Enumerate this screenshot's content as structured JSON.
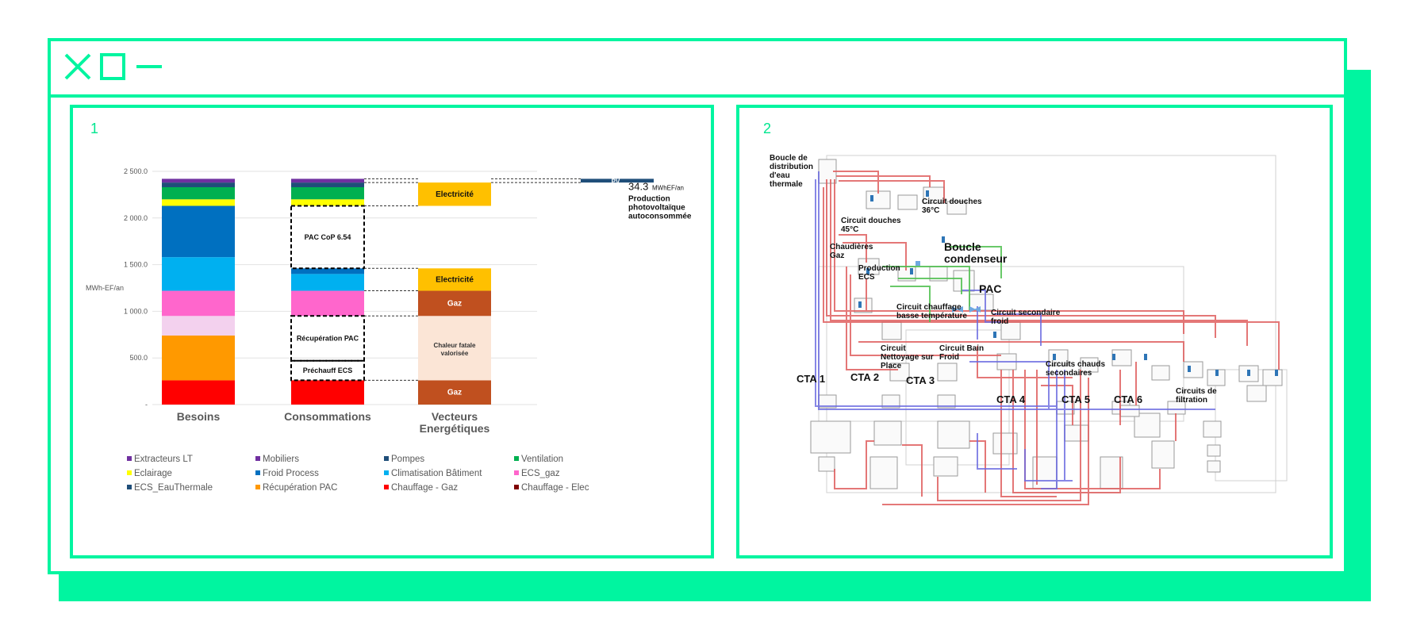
{
  "window": {
    "accent": "#00f5a0",
    "controls": [
      "close-icon",
      "maximize-icon",
      "minimize-icon"
    ]
  },
  "panels": [
    {
      "number": "1"
    },
    {
      "number": "2"
    }
  ],
  "chart_data": {
    "type": "bar",
    "ylabel": "MWh-EF/an",
    "yticks": [
      "2 500.0",
      "2 000.0",
      "1 500.0",
      "1 000.0",
      "500.0",
      "-"
    ],
    "ylim": [
      0,
      2500
    ],
    "categories": [
      "Besoins",
      "Consommations",
      "Vecteurs Energétiques"
    ],
    "stacks": {
      "Besoins": [
        {
          "name": "Chauffage - Gaz",
          "from": 0,
          "to": 260,
          "color": "#ff0000"
        },
        {
          "name": "Récupération PAC",
          "from": 260,
          "to": 740,
          "color": "#ff9900"
        },
        {
          "name": "ECS_EauThermale",
          "from": 740,
          "to": 950,
          "color": "#f3d1ee"
        },
        {
          "name": "ECS_gaz",
          "from": 950,
          "to": 1220,
          "color": "#ff66cc"
        },
        {
          "name": "Climatisation Bâtiment",
          "from": 1220,
          "to": 1580,
          "color": "#00b0f0"
        },
        {
          "name": "Froid Process",
          "from": 1580,
          "to": 2130,
          "color": "#0070c0"
        },
        {
          "name": "Eclairage",
          "from": 2130,
          "to": 2200,
          "color": "#ffff00"
        },
        {
          "name": "Ventilation",
          "from": 2200,
          "to": 2330,
          "color": "#00b050"
        },
        {
          "name": "Pompes",
          "from": 2330,
          "to": 2380,
          "color": "#1f4e79"
        },
        {
          "name": "Mobiliers",
          "from": 2380,
          "to": 2420,
          "color": "#7030a0"
        }
      ],
      "Consommations": [
        {
          "name": "Chauffage - Gaz",
          "from": 0,
          "to": 260,
          "color": "#ff0000"
        },
        {
          "name": "ECS_gaz",
          "from": 950,
          "to": 1220,
          "color": "#ff66cc"
        },
        {
          "name": "Climatisation Bâtiment",
          "from": 1220,
          "to": 1400,
          "color": "#00b0f0"
        },
        {
          "name": "Froid Process",
          "from": 1400,
          "to": 1460,
          "color": "#0070c0"
        },
        {
          "name": "Eclairage",
          "from": 2130,
          "to": 2200,
          "color": "#ffff00"
        },
        {
          "name": "Ventilation",
          "from": 2200,
          "to": 2330,
          "color": "#00b050"
        },
        {
          "name": "Pompes",
          "from": 2330,
          "to": 2380,
          "color": "#1f4e79"
        },
        {
          "name": "Mobiliers",
          "from": 2380,
          "to": 2420,
          "color": "#7030a0"
        }
      ],
      "Vecteurs Energétiques": [
        {
          "name": "Gaz",
          "from": 0,
          "to": 260,
          "color": "#c0501f"
        },
        {
          "name": "Chaleur fatale valorisée",
          "from": 260,
          "to": 950,
          "color": "#fbe5d6"
        },
        {
          "name": "Gaz",
          "from": 950,
          "to": 1220,
          "color": "#c0501f"
        },
        {
          "name": "Electricité",
          "from": 1220,
          "to": 1460,
          "color": "#ffc000"
        },
        {
          "name": "Electricité",
          "from": 2130,
          "to": 2380,
          "color": "#ffc000"
        }
      ]
    },
    "dashed_boxes": [
      {
        "label": "Préchauff ECS",
        "from": 260,
        "to": 470
      },
      {
        "label": "Récupération PAC",
        "from": 470,
        "to": 950
      },
      {
        "label": "PAC CoP 6.54",
        "from": 1460,
        "to": 2130
      }
    ],
    "bar_labels": [
      {
        "label": "Gaz",
        "column": "Vecteurs Energétiques",
        "value": 130
      },
      {
        "label": "Chaleur fatale valorisée",
        "column": "Vecteurs Energétiques",
        "value": 605
      },
      {
        "label": "Gaz",
        "column": "Vecteurs Energétiques",
        "value": 1085
      },
      {
        "label": "Electricité",
        "column": "Vecteurs Energétiques",
        "value": 1340
      },
      {
        "label": "Electricité",
        "column": "Vecteurs Energétiques",
        "value": 2255
      }
    ],
    "pv": {
      "label": "PV",
      "value_text": "34.3",
      "unit_text": "MWhEF/an",
      "note": [
        "Production",
        "photovoltaïque",
        "autoconsommée"
      ],
      "from": 2380,
      "to": 2420,
      "color": "#1f4e79"
    },
    "legend": [
      {
        "name": "Extracteurs LT",
        "color": "#7030a0"
      },
      {
        "name": "Mobiliers",
        "color": "#7030a0"
      },
      {
        "name": "Pompes",
        "color": "#1f4e79"
      },
      {
        "name": "Ventilation",
        "color": "#00b050"
      },
      {
        "name": "Eclairage",
        "color": "#ffff00"
      },
      {
        "name": "Froid Process",
        "color": "#0070c0"
      },
      {
        "name": "Climatisation Bâtiment",
        "color": "#00b0f0"
      },
      {
        "name": "ECS_gaz",
        "color": "#ff66cc"
      },
      {
        "name": "ECS_EauThermale",
        "color": "#1f4e79"
      },
      {
        "name": "Récupération PAC",
        "color": "#ff9900"
      },
      {
        "name": "Chauffage - Gaz",
        "color": "#ff0000"
      },
      {
        "name": "Chauffage - Elec",
        "color": "#7f0000"
      }
    ]
  },
  "diagram": {
    "labels": {
      "boucle_distribution": [
        "Boucle de",
        "distribution",
        "d'eau",
        "thermale"
      ],
      "circuit_douches_36": [
        "Circuit douches",
        "36°C"
      ],
      "circuit_douches_45": [
        "Circuit douches",
        "45°C"
      ],
      "chaudieres": [
        "Chaudières",
        "Gaz"
      ],
      "production_ecs": [
        "Production",
        "ECS"
      ],
      "boucle_condenseur": [
        "Boucle",
        "condenseur"
      ],
      "pac": "PAC",
      "circuit_chauffage": [
        "Circuit chauffage",
        "basse température"
      ],
      "circuit_secondaire_froid": [
        "Circuit secondaire",
        "froid"
      ],
      "circuit_nettoyage": [
        "Circuit",
        "Nettoyage sur",
        "Place"
      ],
      "circuit_bain_froid": [
        "Circuit Bain",
        "Froid"
      ],
      "circuits_chauds": [
        "Circuits chauds",
        "secondaires"
      ],
      "circuits_filtration": [
        "Circuits de",
        "filtration"
      ],
      "cta": [
        "CTA 1",
        "CTA 2",
        "CTA 3",
        "CTA 4",
        "CTA 5",
        "CTA 6"
      ]
    }
  }
}
